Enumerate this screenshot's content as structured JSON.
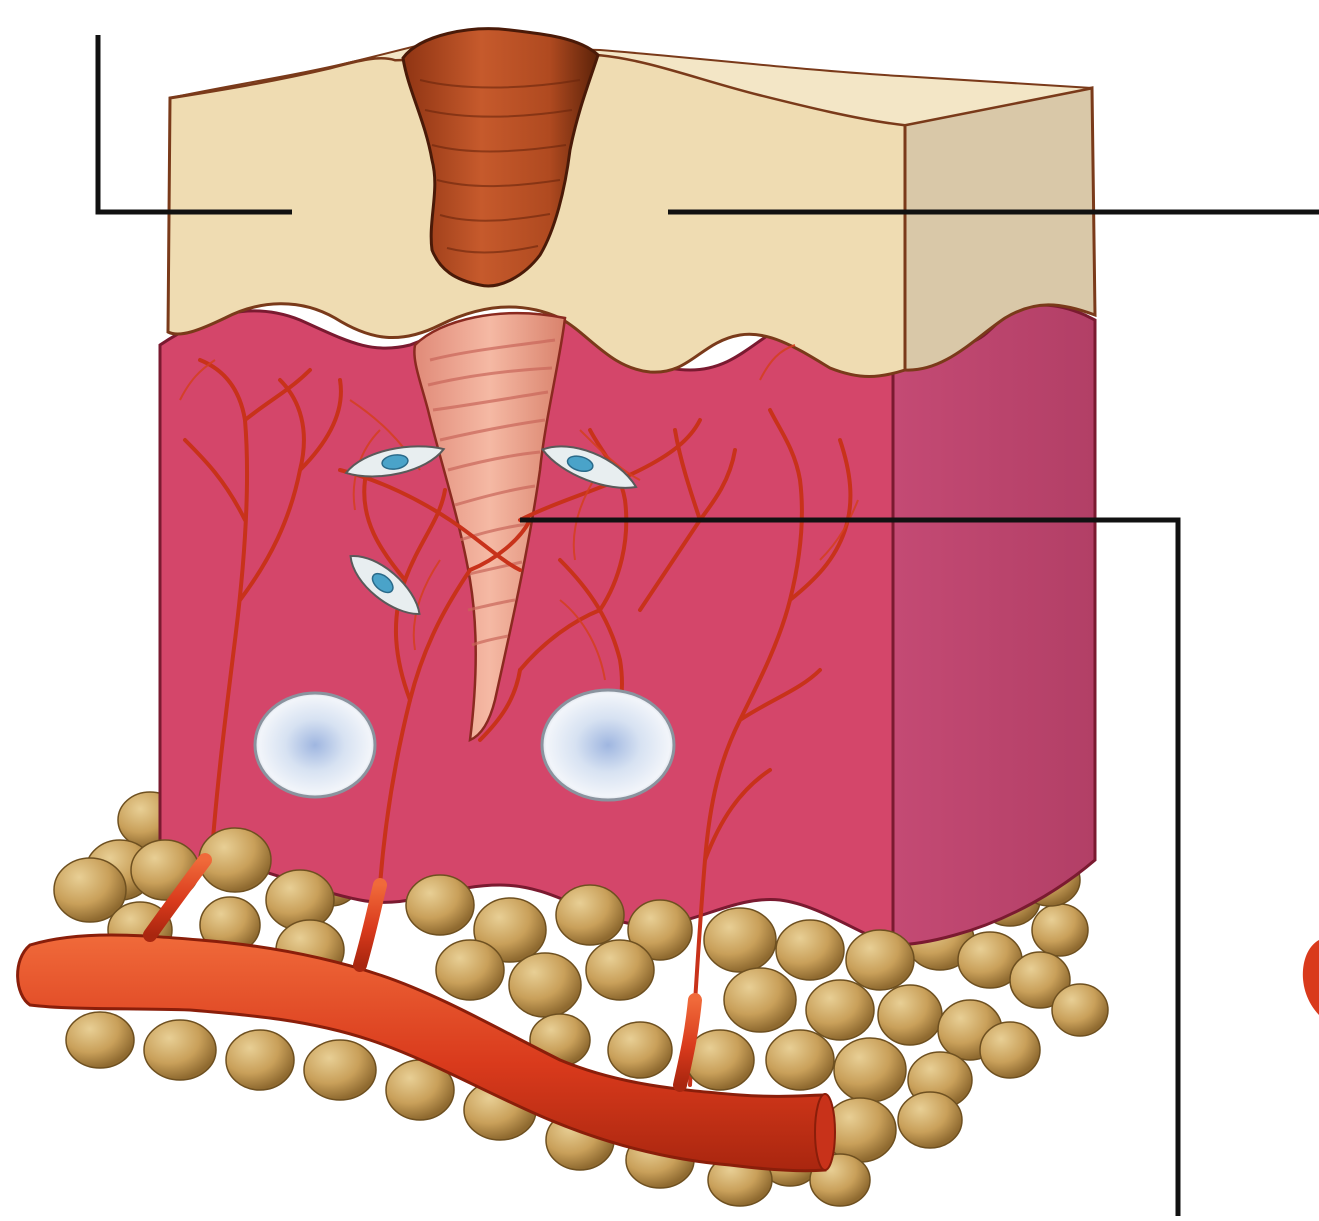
{
  "image": {
    "title": "",
    "cut_off_label_left": "",
    "cut_off_label_right": ""
  },
  "structures": [
    {
      "name": "scab",
      "color": "#b84a22"
    },
    {
      "name": "epidermis",
      "color": "#efdcb2"
    },
    {
      "name": "dermis",
      "color": "#d4466a"
    },
    {
      "name": "granulation-tissue",
      "color": "#f0a890"
    },
    {
      "name": "blood-vessels",
      "color": "#d93a1c"
    },
    {
      "name": "fibroblast-cells",
      "color": "#e8eef0"
    },
    {
      "name": "white-blood-cells",
      "color": "#c8daf0"
    },
    {
      "name": "fat-cells",
      "color": "#c9a05a"
    }
  ],
  "leader_lines": [
    {
      "name": "leader-line-top-left"
    },
    {
      "name": "leader-line-right"
    },
    {
      "name": "leader-line-bottom-right"
    }
  ]
}
